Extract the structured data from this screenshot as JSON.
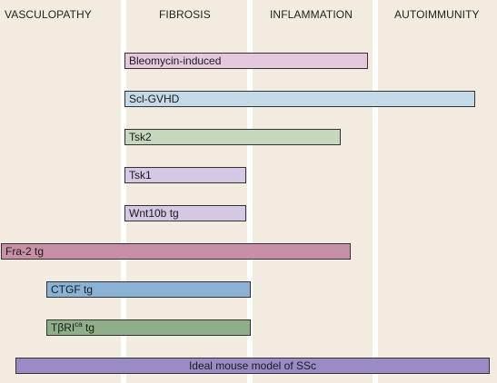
{
  "columns": [
    "VASCULOPATHY",
    "FIBROSIS",
    "INFLAMMATION",
    "AUTOIMMUNITY"
  ],
  "models": [
    {
      "label": "Bleomycin-induced",
      "color": "#e4c8dd"
    },
    {
      "label": "Scl-GVHD",
      "color": "#c5dae9"
    },
    {
      "label": "Tsk2",
      "color": "#c5d8be"
    },
    {
      "label": "Tsk1",
      "color": "#d5c8e4"
    },
    {
      "label": "Wnt10b tg",
      "color": "#d5c8e4"
    },
    {
      "label": "Fra-2 tg",
      "color": "#c890a6"
    },
    {
      "label": "CTGF tg",
      "color": "#8ab2d6"
    },
    {
      "label_pre": "TβRI",
      "label_sup": "ca",
      "label_post": " tg",
      "color": "#8eaf88"
    },
    {
      "label": "Ideal mouse model of SSc",
      "color": "#9b8bc4"
    }
  ]
}
